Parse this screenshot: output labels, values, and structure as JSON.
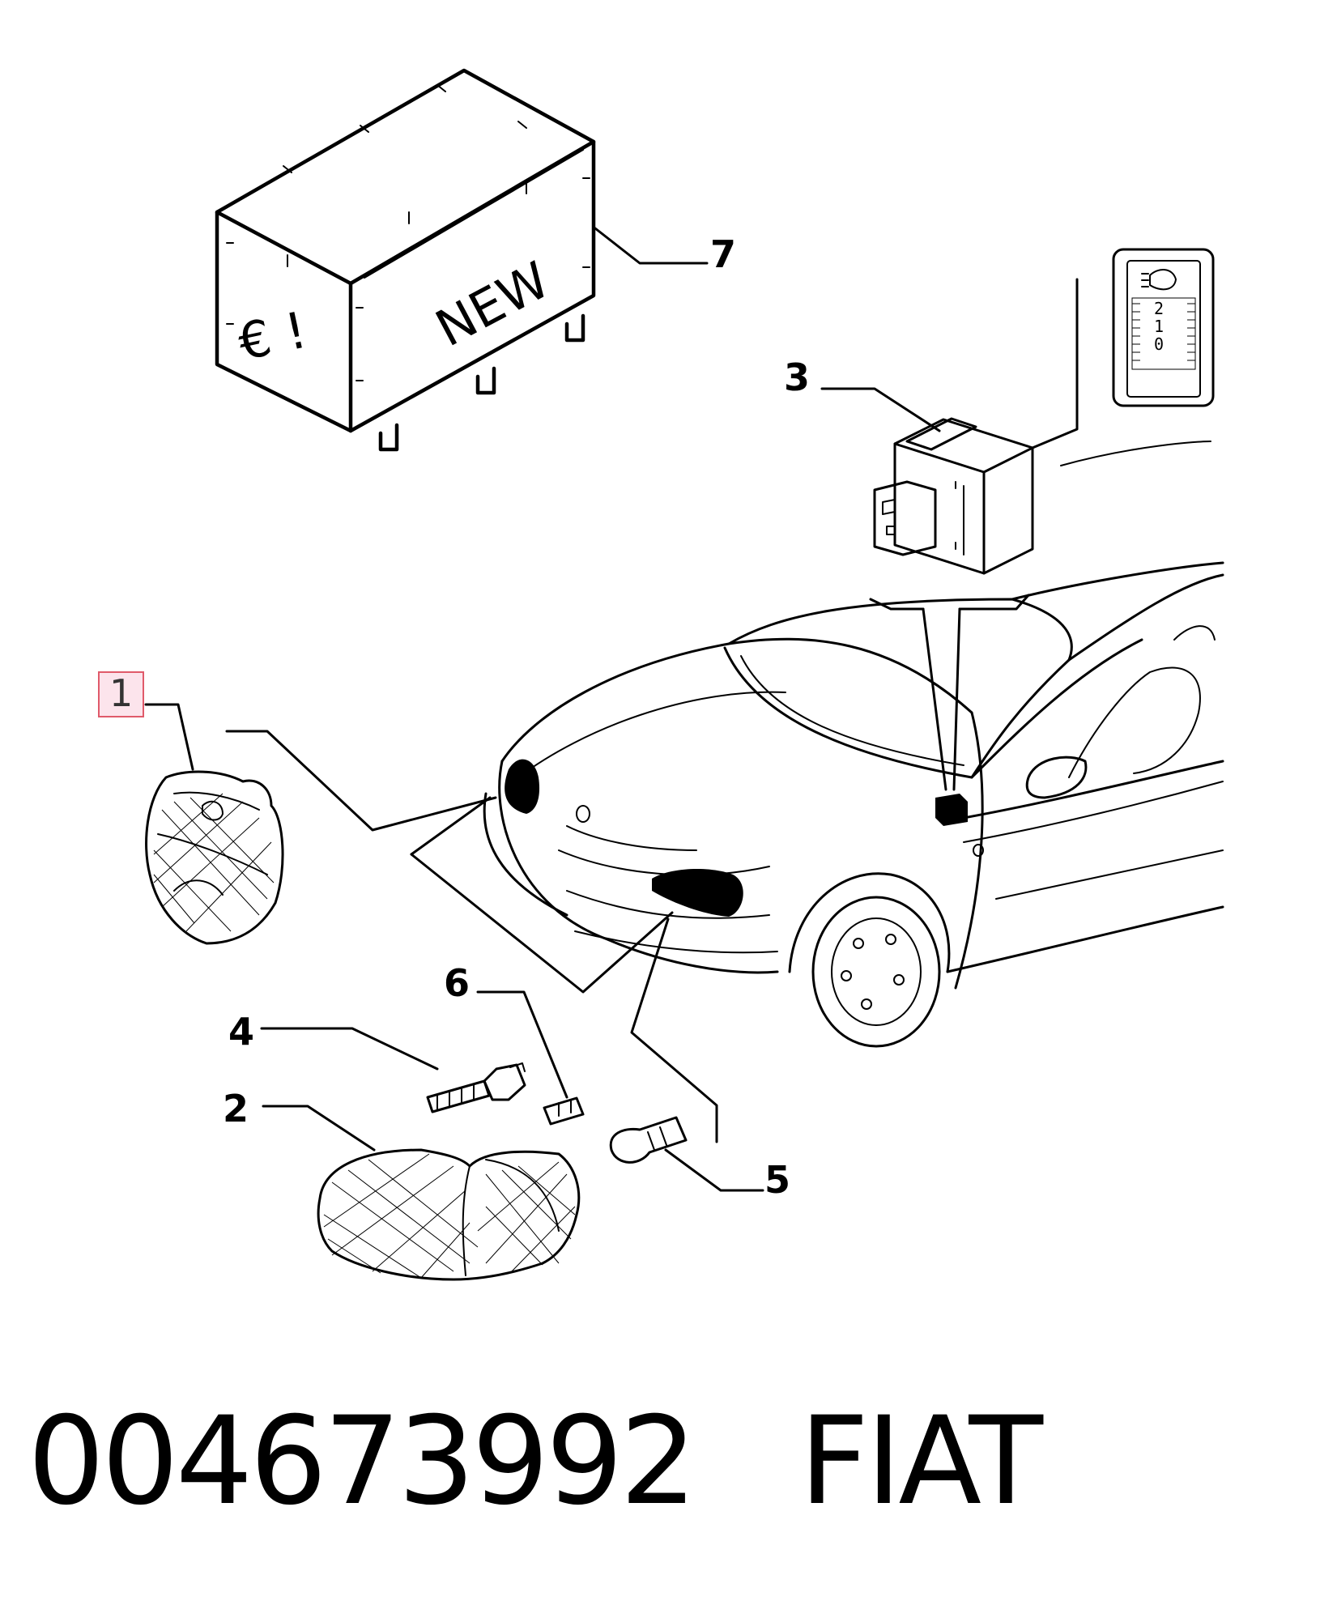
{
  "callouts": {
    "c1": "1",
    "c2": "2",
    "c3": "3",
    "c4": "4",
    "c5": "5",
    "c6": "6",
    "c7": "7"
  },
  "crate": {
    "new_label": "NEW",
    "euro_mark": "€ !"
  },
  "switch_scale": {
    "s2": "2",
    "s1": "1",
    "s0": "0"
  },
  "footer": {
    "part_number": "004673992",
    "brand": "FIAT"
  },
  "colors": {
    "highlight_fill": "#fce4ec",
    "highlight_stroke": "#e05a6a",
    "ink": "#000000"
  }
}
